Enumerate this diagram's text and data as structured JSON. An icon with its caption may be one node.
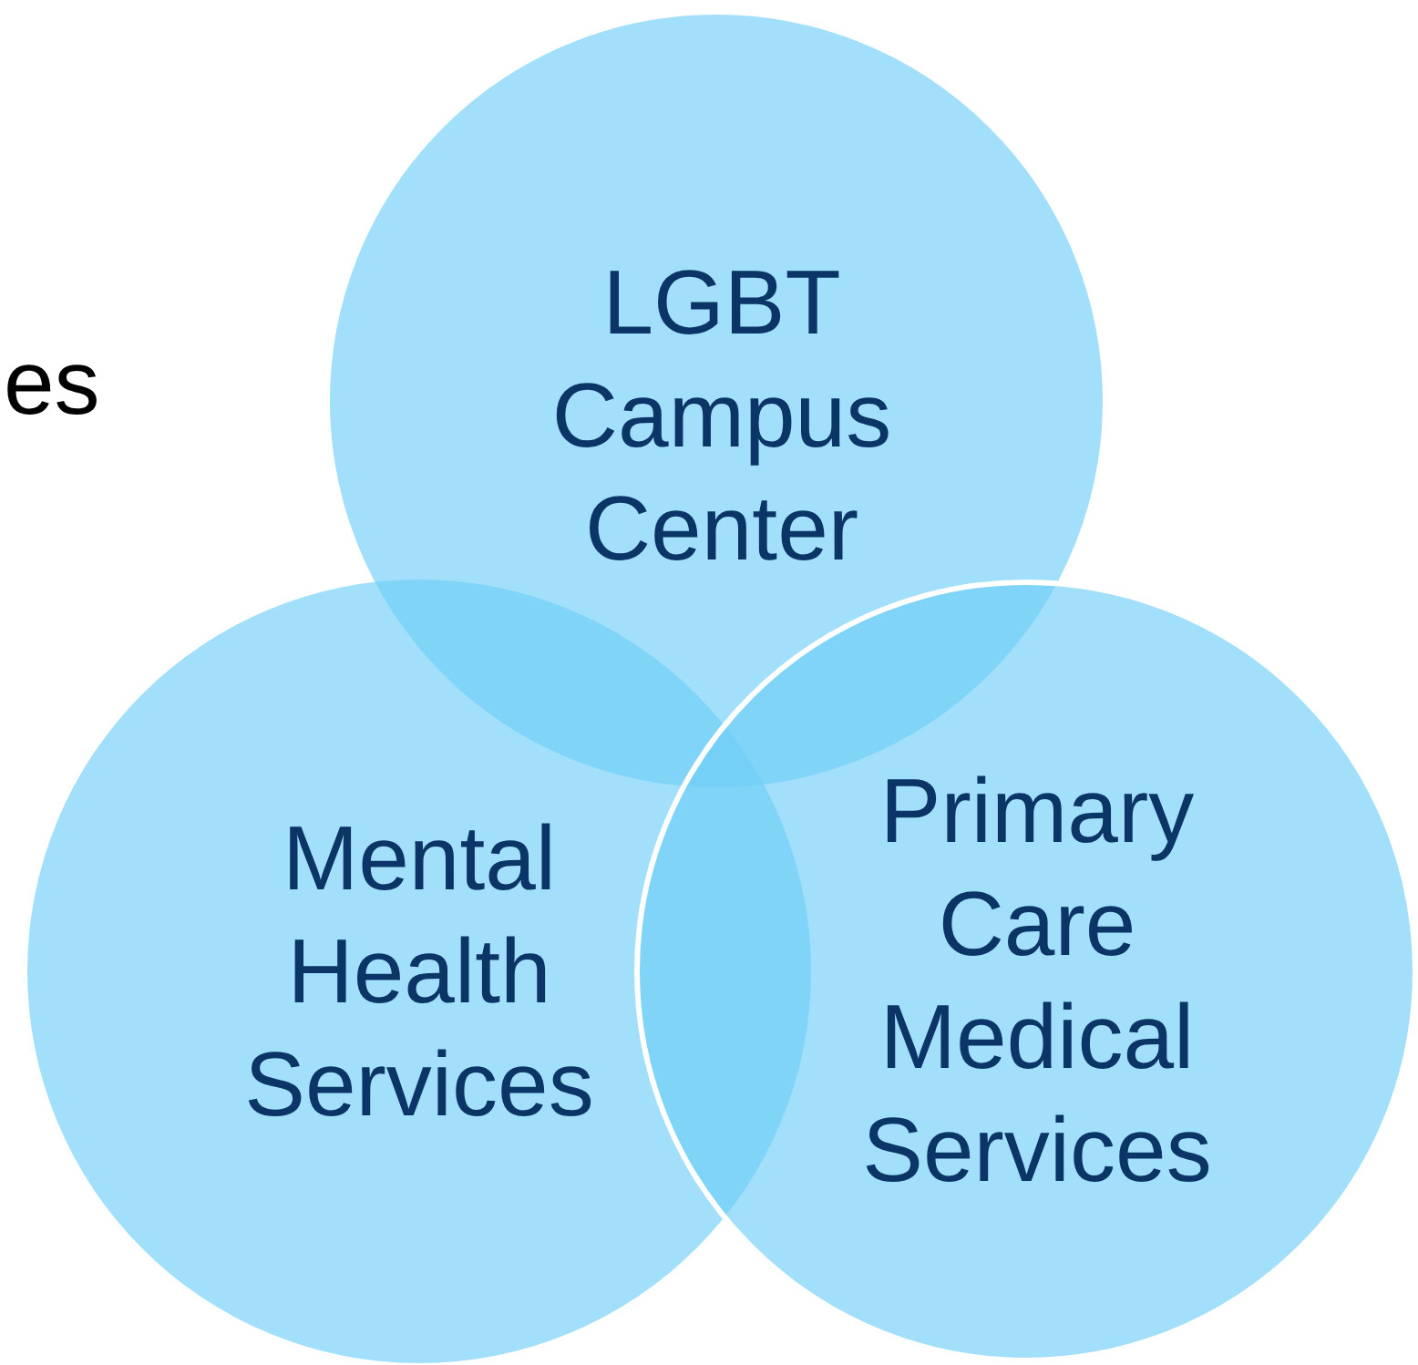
{
  "diagram": {
    "nodes": [
      {
        "text": [
          "LGBT Campus Center"
        ]
      },
      {
        "text": [
          "Mental Health Services"
        ]
      },
      {
        "text": [
          "Primary Care Medical Services"
        ]
      }
    ],
    "labels": [
      "es"
    ]
  }
}
